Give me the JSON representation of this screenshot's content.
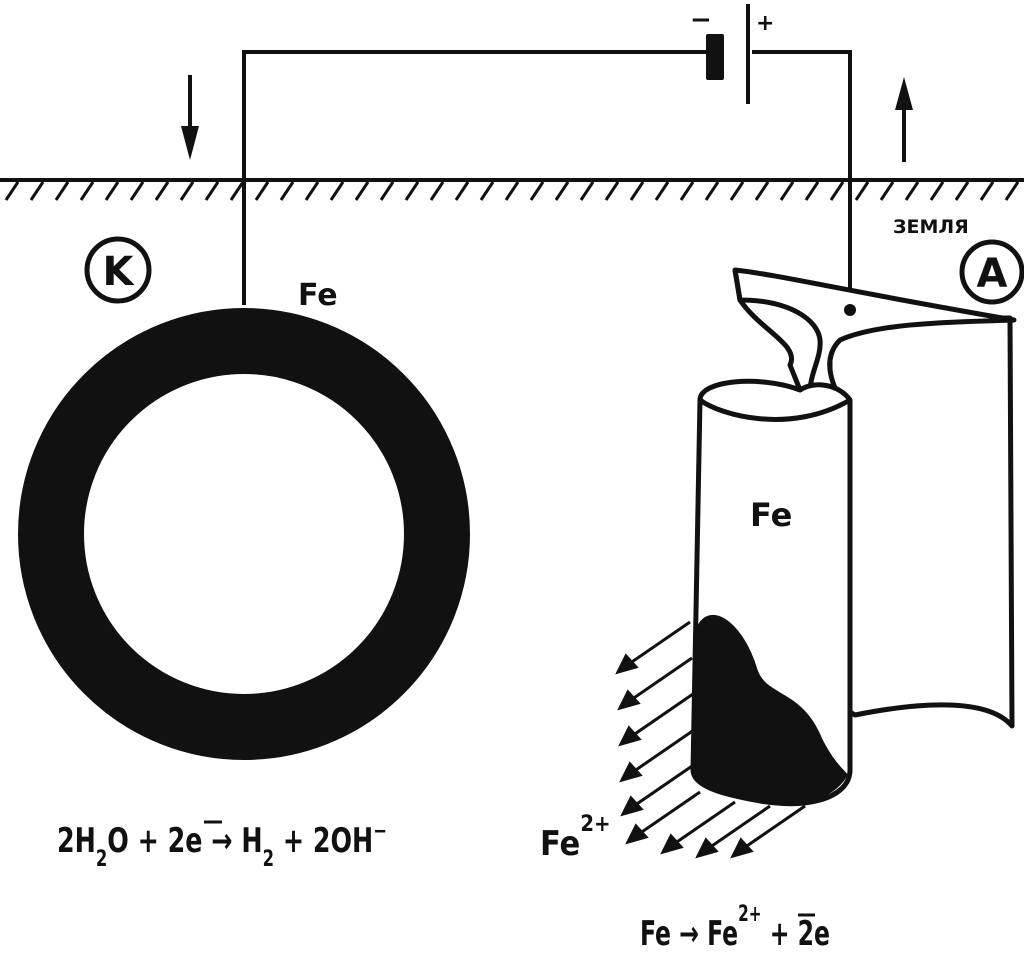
{
  "colors": {
    "ink": "#111111",
    "paper": "#ffffff"
  },
  "battery": {
    "minus_label": "−",
    "plus_label": "+"
  },
  "ground": {
    "label": "ЗЕМЛЯ"
  },
  "cathode": {
    "badge": "K",
    "metal_label": "Fe",
    "reaction": {
      "p1": "2H",
      "s1": "2",
      "p2": "O + 2",
      "e1": "e",
      "p3": " → H",
      "s2": "2",
      "p4": " + 2OH",
      "sup": "−"
    }
  },
  "anode": {
    "badge": "A",
    "metal_label": "Fe",
    "ion_label": "Fe",
    "ion_charge": "2+",
    "reaction": {
      "p1": "Fe → Fe",
      "sup": "2+",
      "p2": " + 2",
      "e1": "e"
    }
  },
  "icons": [
    "arrow-down-icon",
    "arrow-up-icon",
    "battery-icon",
    "ground-hatch-icon"
  ]
}
